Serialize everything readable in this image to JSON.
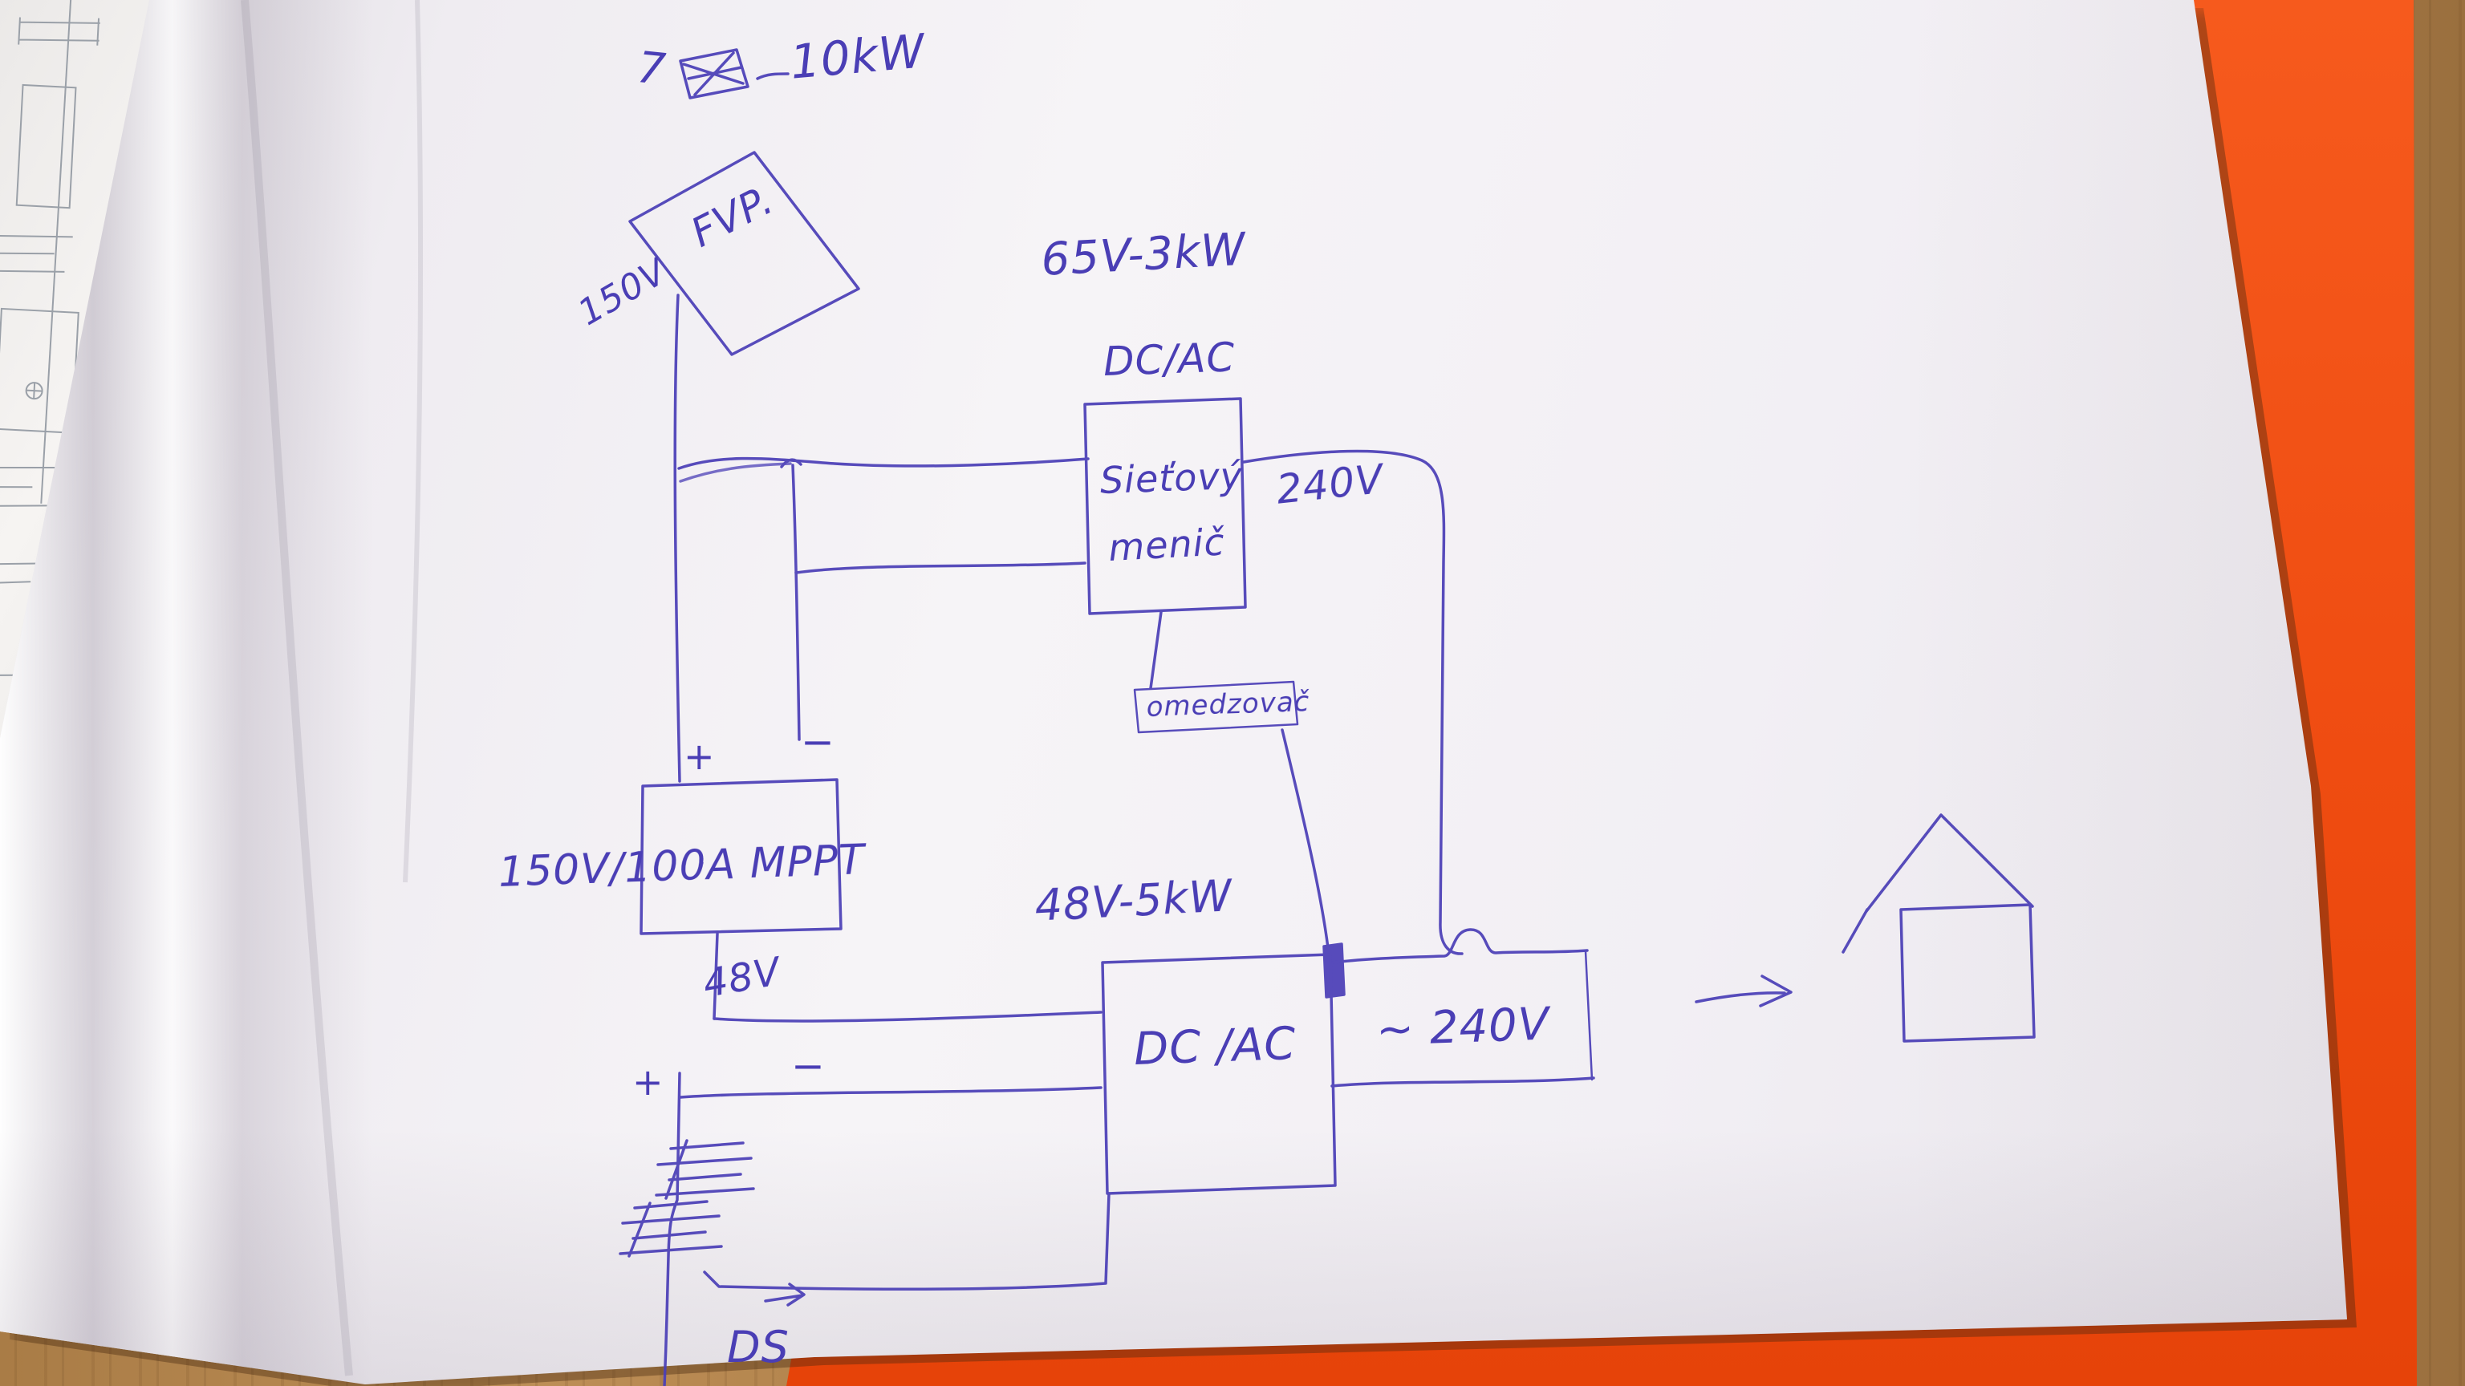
{
  "diagram": {
    "labels": {
      "panel_count": "7",
      "panel_power": "10kW",
      "pv_panel": "FVP.",
      "pv_voltage": "150V",
      "grid_inverter_rating": "65V-3kW",
      "grid_inverter_type": "DC/AC",
      "grid_inverter_name_line1": "Sieťový",
      "grid_inverter_name_line2": "menič",
      "grid_voltage": "240V",
      "limiter": "omedzovač",
      "mppt_rating": "150V/100A MPPT",
      "battery_voltage": "48V",
      "battery_inverter_rating": "48V-5kW",
      "battery_inverter_type": "DC /AC",
      "output_voltage": "~ 240V",
      "disconnect_switch": "DS",
      "plus_pv": "+",
      "minus_pv": "−",
      "plus_battery": "+",
      "minus_battery": "−"
    },
    "colors": {
      "ink": "#4b3fb6",
      "paper": "#f3f1f4",
      "folder_orange": "#f1511b",
      "wood": "#ae8049"
    }
  }
}
